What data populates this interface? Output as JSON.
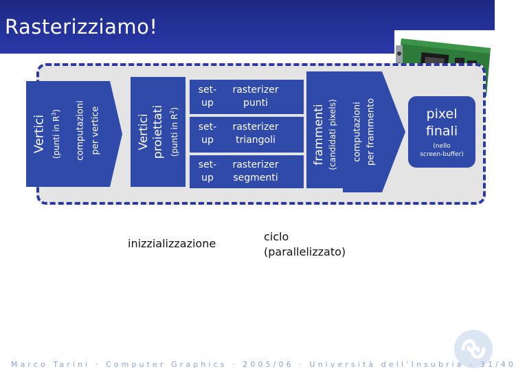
{
  "slide": {
    "title": "Rasterizziamo!",
    "vertici": {
      "label": "Vertici",
      "sub": "(punti in R",
      "sup": "3",
      "close": ")"
    },
    "comp_vertice": {
      "line1": "computazioni",
      "line2": "per vertice"
    },
    "vertici_proiettati": {
      "line1": "Vertici",
      "line2": "proiettati",
      "sub": "(punti in R",
      "sup": "2",
      "close": ")"
    },
    "rows": [
      {
        "setup_line1": "set-",
        "setup_line2": "up",
        "raster_line1": "rasterizer",
        "raster_line2": "punti"
      },
      {
        "setup_line1": "set-",
        "setup_line2": "up",
        "raster_line1": "rasterizer",
        "raster_line2": "triangoli"
      },
      {
        "setup_line1": "set-",
        "setup_line2": "up",
        "raster_line1": "rasterizer",
        "raster_line2": "segmenti"
      }
    ],
    "frammenti": {
      "label": "frammenti",
      "sub": "(candidati pixels)"
    },
    "comp_frammento": {
      "line1": "computazioni",
      "line2": "per frammento"
    },
    "pixel_finali": {
      "line1": "pixel",
      "line2": "finali",
      "sub1": "(nello",
      "sub2": "screen-buffer)"
    },
    "inizializzazione": "inizzializzazione",
    "ciclo": {
      "line1": "ciclo",
      "line2": "(parallelizzato)"
    },
    "footer": "Marco Tarini ‧ Computer Graphics ‧ 2005/06 ‧ Università dell’Insubria - 31/40"
  },
  "colors": {
    "title_bar": "#24319a",
    "block_blue": "#2f4aa8",
    "frame_border": "#2c3aa0",
    "frame_fill": "#e4e4e4",
    "footer_text": "#8aa4cf"
  }
}
